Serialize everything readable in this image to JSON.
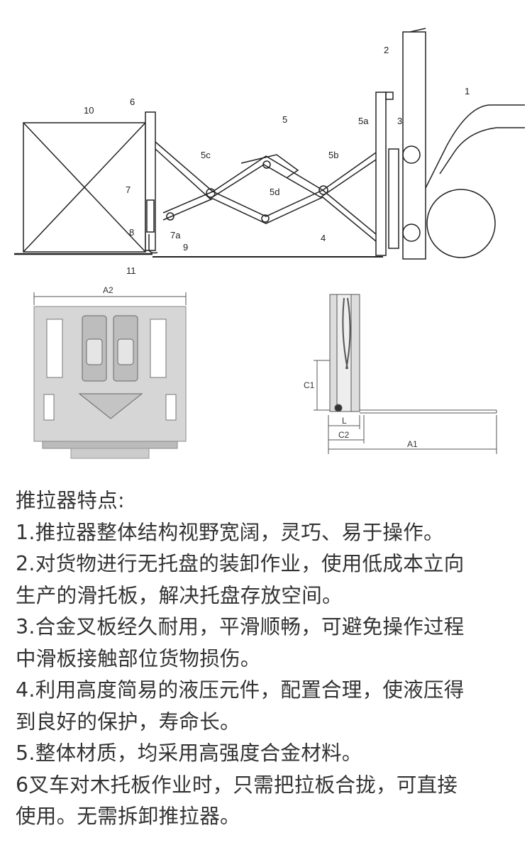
{
  "diagram_top": {
    "labels": {
      "l10": "10",
      "l6": "6",
      "l5": "5",
      "l5c": "5c",
      "l5d": "5d",
      "l5b": "5b",
      "l5a": "5a",
      "l3": "3",
      "l2": "2",
      "l1": "1",
      "l7": "7",
      "l8": "8",
      "l7a": "7a",
      "l9": "9",
      "l4": "4",
      "l11": "11"
    }
  },
  "diagram_front": {
    "width_label": "A2"
  },
  "diagram_side": {
    "c1": "C1",
    "l": "L",
    "c2": "C2",
    "a1": "A1"
  },
  "features": {
    "title": "推拉器特点:",
    "lines": [
      "1.推拉器整体结构视野宽阔，灵巧、易于操作。",
      "2.对货物进行无托盘的装卸作业，使用低成本立向",
      "生产的滑托板，解决托盘存放空间。",
      "3.合金叉板经久耐用，平滑顺畅，可避免操作过程",
      "中滑板接触部位货物损伤。",
      "4.利用高度简易的液压元件，配置合理，使液压得",
      "到良好的保护，寿命长。",
      "5.整体材质，均采用高强度合金材料。",
      "6叉车对木托板作业时，只需把拉板合拢，可直接",
      "使用。无需拆卸推拉器。"
    ]
  }
}
